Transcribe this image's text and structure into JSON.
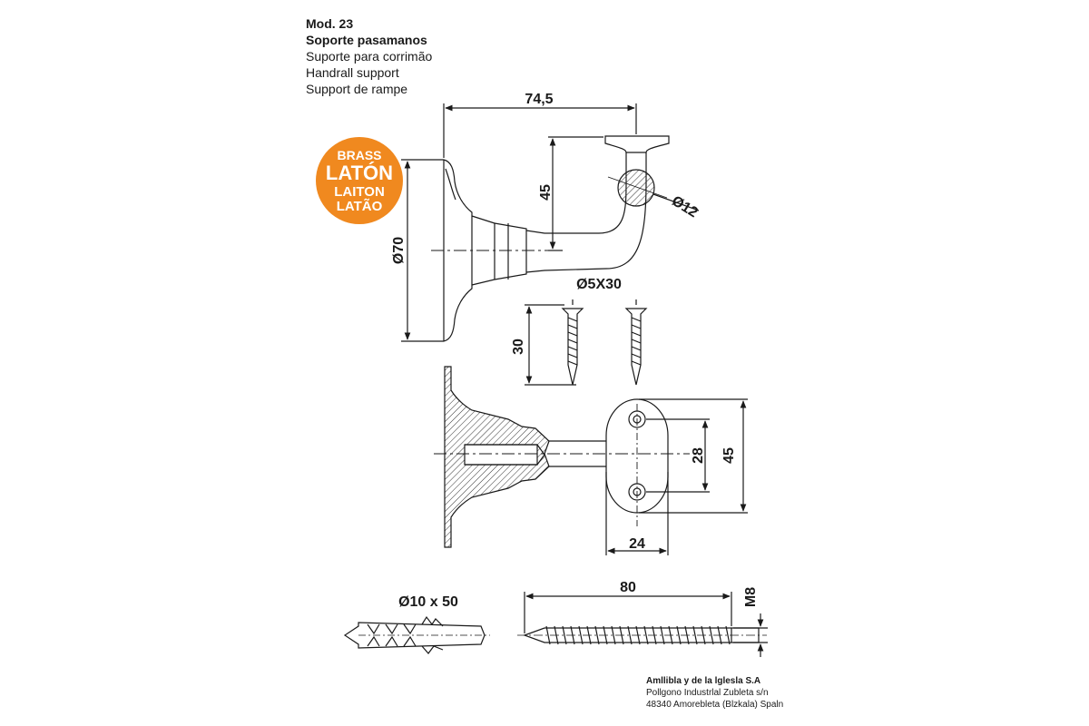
{
  "header": {
    "model": "Mod. 23",
    "name_es": "Soporte pasamanos",
    "name_pt": "Suporte para corrimão",
    "name_en": "Handrall support",
    "name_fr": "Support de rampe"
  },
  "badge": {
    "line1": "BRASS",
    "line2": "LATÓN",
    "line3": "LAITON",
    "line4": "LATÃO",
    "color": "#f0891f"
  },
  "dimensions": {
    "length": "74,5",
    "height": "45",
    "rail_diameter": "Ø12",
    "base_diameter": "Ø70",
    "screw_spec": "Ø5X30",
    "screw_length": "30",
    "hole_spacing": "28",
    "plate_height": "45",
    "plate_width": "24",
    "plug_spec": "Ø10 x 50",
    "bolt_length": "80",
    "bolt_thread": "M8"
  },
  "company": {
    "name": "Amllibla y de la lglesla S.A",
    "address1": "Pollgono Industrlal Zubleta s/n",
    "address2": "48340 Amorebleta (Blzkala) Spaln"
  }
}
